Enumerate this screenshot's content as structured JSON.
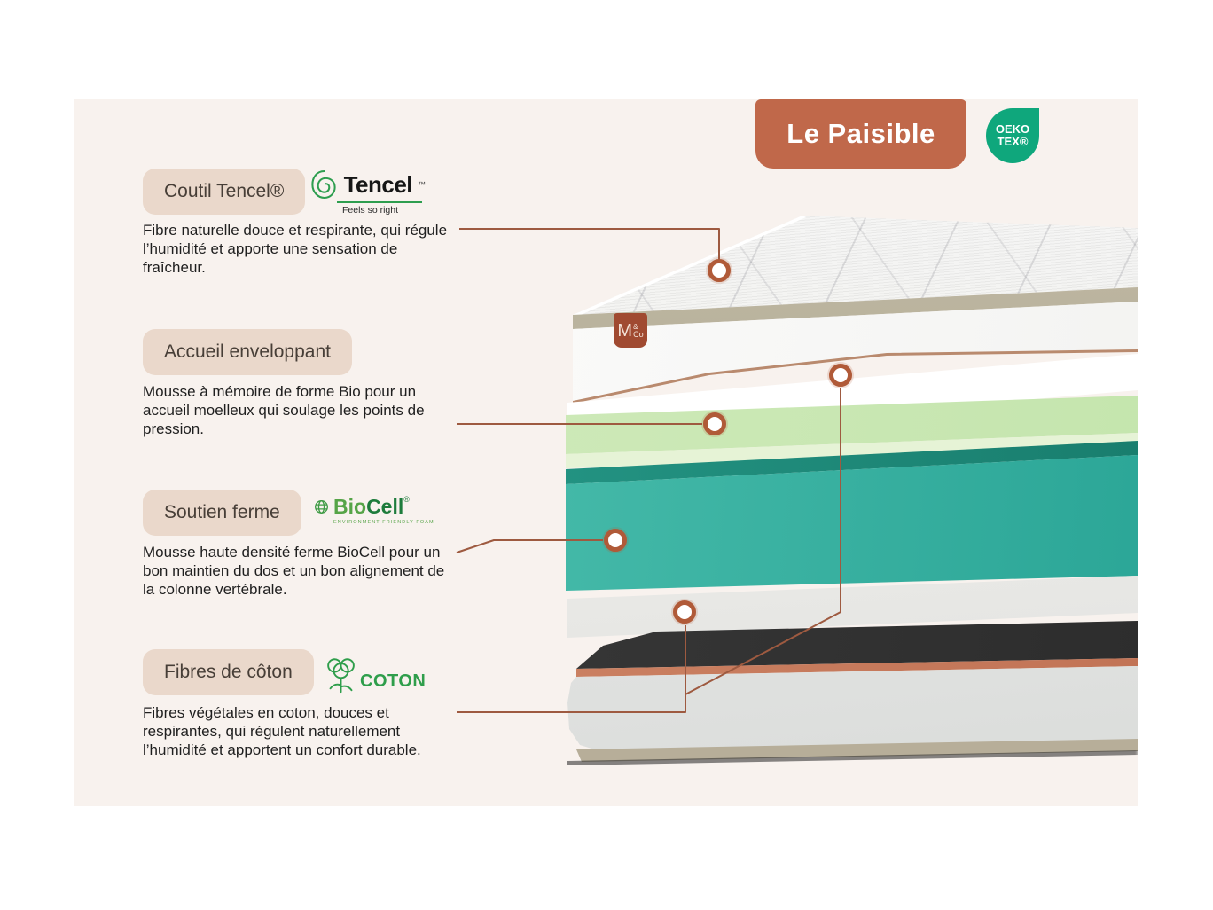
{
  "product": {
    "badge_label": "Le Paisible"
  },
  "certification": {
    "line1": "OEKO",
    "line2": "TEX®"
  },
  "brand_patch": {
    "m": "M",
    "amp": "&",
    "co": "Co"
  },
  "logos": {
    "tencel": {
      "text": "Tencel",
      "tm": "™",
      "tagline": "Feels so right"
    },
    "biocell": {
      "bio": "Bio",
      "cell": "Cell",
      "reg": "®",
      "tagline": "ENVIRONMENT FRIENDLY FOAM"
    },
    "coton": {
      "text": "COTON"
    }
  },
  "sections": [
    {
      "label": "Coutil Tencel®",
      "description": "Fibre naturelle douce et respirante, qui régule l’humidité et apporte une sensation de fraîcheur."
    },
    {
      "label": "Accueil enveloppant",
      "description": "Mousse à mémoire de forme Bio pour un accueil moelleux qui soulage les points de pression."
    },
    {
      "label": "Soutien ferme",
      "description": "Mousse haute densité ferme BioCell pour un bon maintien du dos et un bon alignement de la colonne vertébrale."
    },
    {
      "label": "Fibres de côton",
      "description": "Fibres végétales en coton, douces et respirantes, qui régulent naturellement l’humidité et apportent un confort durable."
    }
  ],
  "colors": {
    "accent_terracotta": "#c0684a",
    "oeko_green": "#0fa77c",
    "logo_green": "#2f9e4b",
    "leader_line": "#9e5a40",
    "marker_ring": "#b05a38",
    "pill_background": "#ead8cb",
    "memory_foam_green": "#cde9b8",
    "support_foam_teal": "#3fbcab",
    "content_background": "#f8f2ee"
  }
}
